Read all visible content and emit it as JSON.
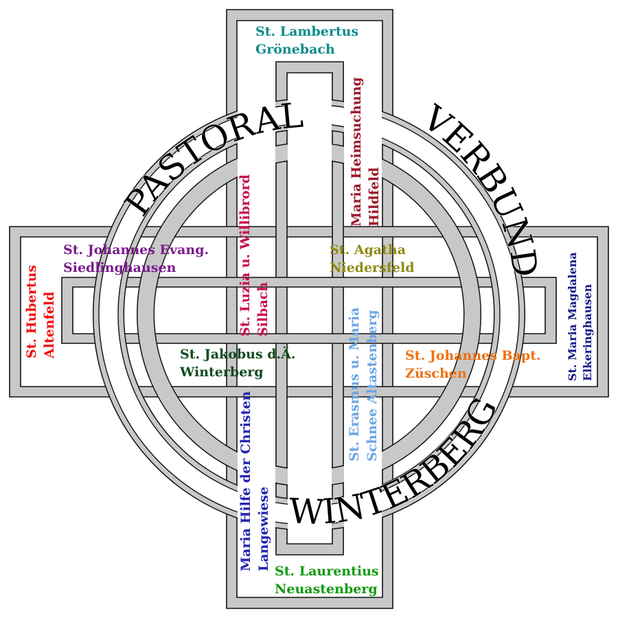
{
  "parishes": [
    {
      "id": "gronebach",
      "lines": [
        "St. Lambertus",
        "Grönebach"
      ],
      "color": "#0e8c8c"
    },
    {
      "id": "hildfeld",
      "lines": [
        "Maria Heimsuchung",
        "Hildfeld"
      ],
      "color": "#9c1a2a"
    },
    {
      "id": "silbach",
      "lines": [
        "St. Luzia u. Willibrord",
        "Silbach"
      ],
      "color": "#c8104e"
    },
    {
      "id": "siedlinghausen",
      "lines": [
        "St. Johannes Evang.",
        "Siedlinghausen"
      ],
      "color": "#7a1c8c"
    },
    {
      "id": "niedersfeld",
      "lines": [
        "St. Agatha",
        "Niedersfeld"
      ],
      "color": "#8f8a12"
    },
    {
      "id": "altenfeld",
      "lines": [
        "St. Hubertus",
        "Altenfeld"
      ],
      "color": "#ef1010"
    },
    {
      "id": "elkeringhausen",
      "lines": [
        "St. Maria Magdalena",
        "Elkeringhausen"
      ],
      "color": "#181888"
    },
    {
      "id": "winterberg",
      "lines": [
        "St. Jakobus d.Ä.",
        "Winterberg"
      ],
      "color": "#0e4c1e"
    },
    {
      "id": "zuschen",
      "lines": [
        "St. Johannes Bapt.",
        "Züschen"
      ],
      "color": "#ee7010"
    },
    {
      "id": "altastenberg",
      "lines": [
        "St. Erasmus u. Maria",
        "Schnee Altastenberg"
      ],
      "color": "#6fa4e4"
    },
    {
      "id": "langewiese",
      "lines": [
        "Maria Hilfe der Christen",
        "Langewiese"
      ],
      "color": "#2424b0"
    },
    {
      "id": "neuastenberg",
      "lines": [
        "St. Laurentius",
        "Neuastenberg"
      ],
      "color": "#129a12"
    }
  ],
  "ring_words": {
    "top_left": "PASTORAL",
    "right": "VERBUND",
    "bottom": "WINTERBERG"
  },
  "colors": {
    "band_fill": "#c8c8c8",
    "band_stroke": "#111111",
    "background": "#ffffff",
    "ring_text": "#000000"
  }
}
